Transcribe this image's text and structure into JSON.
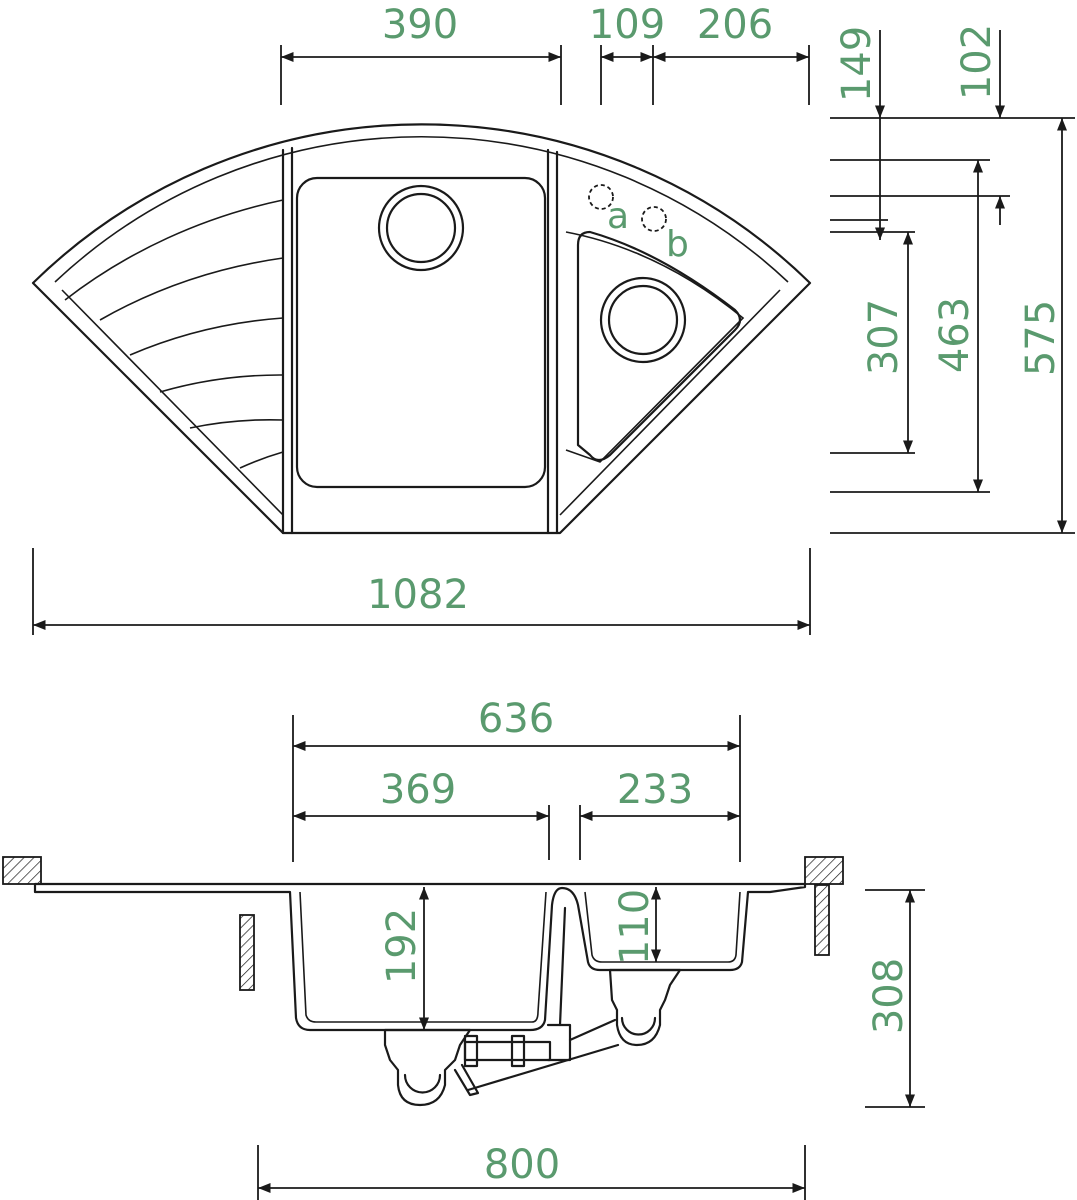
{
  "colors": {
    "dimension_text": "#5a9a6e",
    "line": "#1a1a1a"
  },
  "top_view": {
    "dims": {
      "bowl_width": "390",
      "gap": "109",
      "small_bowl_offset": "206",
      "top_offset_149": "149",
      "top_offset_102": "102",
      "small_bowl_depth": "307",
      "main_bowl_depth": "463",
      "overall_depth": "575",
      "overall_width": "1082"
    },
    "tap_holes": {
      "a": "a",
      "b": "b"
    }
  },
  "side_view": {
    "dims": {
      "bowls_width": "636",
      "main_bowl_width": "369",
      "small_bowl_width": "233",
      "main_bowl_height": "192",
      "small_bowl_height": "110",
      "overall_height": "308",
      "cabinet_width": "800"
    }
  }
}
